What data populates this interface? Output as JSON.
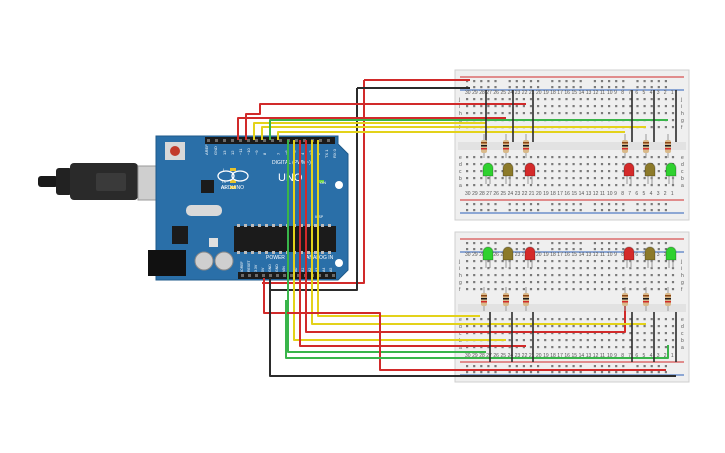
{
  "board": {
    "name": "UNO",
    "brand": "ARDUINO",
    "digital_label": "DIGITAL (PWM~)",
    "power_label": "POWER",
    "analog_label": "ANALOG IN",
    "tx": "TX",
    "rx": "RX",
    "l": "L",
    "on": "ON",
    "aref": "AREF",
    "gnd": "GND",
    "pin13": "13",
    "pin12": "12",
    "pin11": "~11",
    "pin10": "~10",
    "pin9": "~9",
    "pin8": "8",
    "pin7": "7",
    "pin6": "~6",
    "pin5": "~5",
    "pin4": "4",
    "pin3": "~3",
    "pin2": "2",
    "tx1": "TX 1",
    "rx0": "RX 0",
    "ioref": "IOREF",
    "reset": "RESET",
    "v33": "3.3V",
    "v5": "5V",
    "vin": "VIN",
    "a0": "A0",
    "a1": "A1",
    "a2": "A2",
    "a3": "A3",
    "a4": "A4",
    "a5": "A5",
    "icsp": "ICSP"
  },
  "breadboard_rows": [
    "a",
    "b",
    "c",
    "d",
    "e",
    "f",
    "g",
    "h",
    "i",
    "j"
  ],
  "breadboard_cols": [
    "30",
    "29",
    "28",
    "27",
    "26",
    "25",
    "24",
    "23",
    "22",
    "21",
    "20",
    "19",
    "18",
    "17",
    "16",
    "15",
    "14",
    "13",
    "12",
    "11",
    "10",
    "9",
    "8",
    "7",
    "6",
    "5",
    "4",
    "3",
    "2",
    "1"
  ],
  "colors": {
    "board_blue": "#2a6fa8",
    "wire_red": "#d12a2a",
    "wire_black": "#2b2b2b",
    "wire_yellow": "#e3d21a",
    "wire_green": "#39b54a",
    "led_red": "#d42a2a",
    "led_yellow": "#8c7a2a",
    "led_green": "#2fd12f",
    "breadboard": "#efefef"
  },
  "leds": {
    "top": [
      "green",
      "yellow",
      "red",
      "red",
      "yellow",
      "green"
    ],
    "bottom": [
      "green",
      "yellow",
      "red",
      "red",
      "yellow",
      "green"
    ]
  }
}
